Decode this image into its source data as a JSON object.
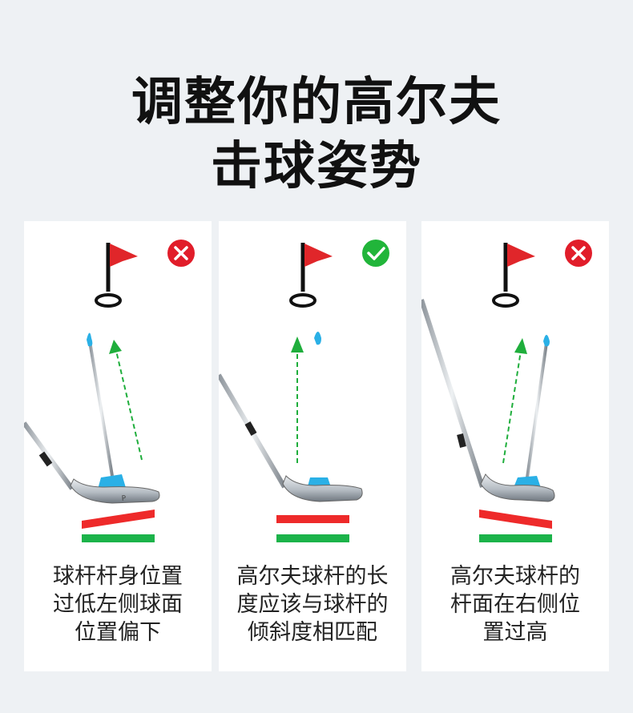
{
  "title": {
    "line1": "调整你的高尔夫",
    "line2": "击球姿势"
  },
  "colors": {
    "flag": "#e0262a",
    "wrong": "#e11d2a",
    "correct": "#21b53a",
    "stripe_red": "#ee2a2a",
    "stripe_green": "#1bb34a",
    "guide_arrow": "#1fae3c",
    "tip_blue": "#2ab0e6"
  },
  "cards": [
    {
      "status": "wrong",
      "status_icon": "x-mark-icon",
      "caption": [
        "球杆杆身位置",
        "过低左侧球面",
        "位置偏下"
      ]
    },
    {
      "status": "correct",
      "status_icon": "check-mark-icon",
      "caption": [
        "高尔夫球杆的长",
        "度应该与球杆的",
        "倾斜度相匹配"
      ]
    },
    {
      "status": "wrong",
      "status_icon": "x-mark-icon",
      "caption": [
        "高尔夫球杆的",
        "杆面在右侧位",
        "置过高"
      ]
    }
  ]
}
